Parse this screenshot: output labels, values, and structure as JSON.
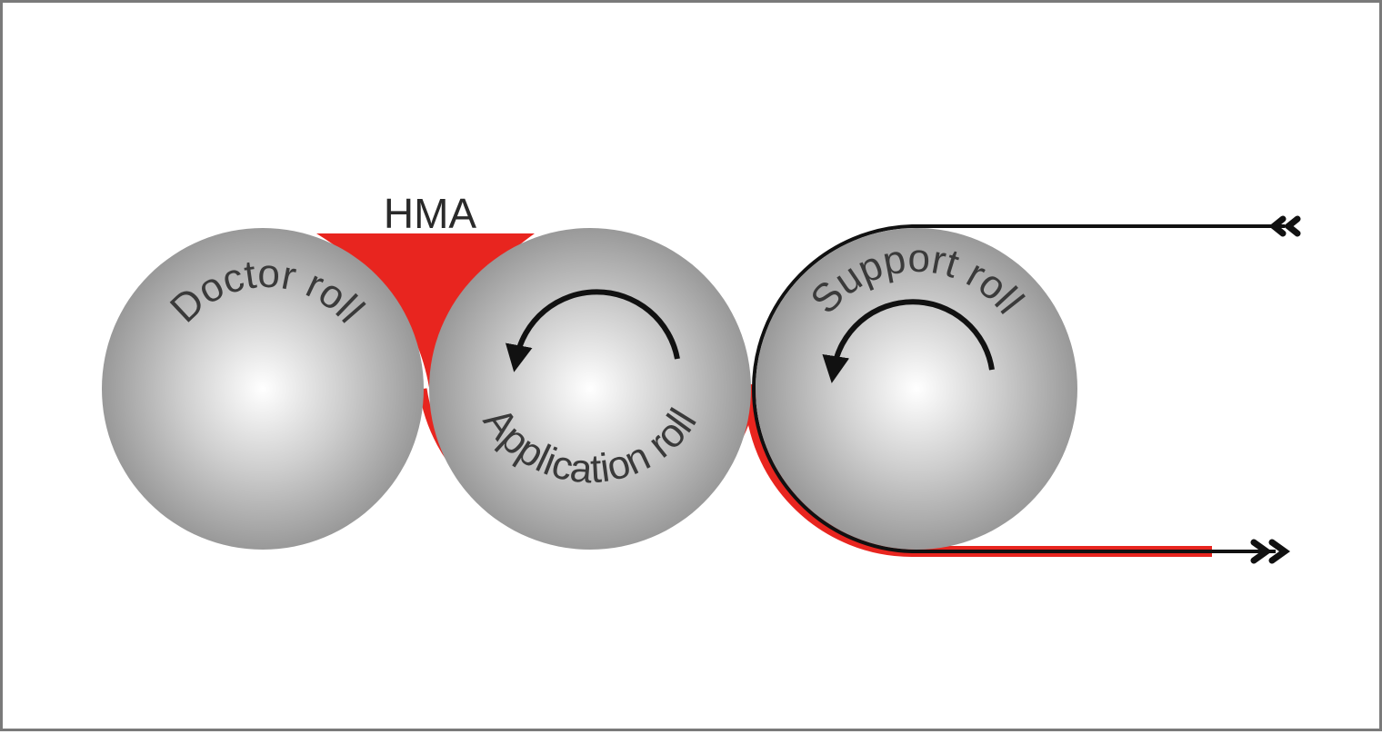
{
  "labels": {
    "hma": "HMA",
    "doctor_roll": "Doctor roll",
    "application_roll": "Application roll",
    "support_roll": "Support roll"
  },
  "colors": {
    "adhesive": "#e8251f",
    "web": "#111111",
    "roll_light": "#f4f4f4",
    "roll_dark": "#8f8f8f",
    "frame": "#7a7a7a"
  },
  "rotation": {
    "application_roll": "counterclockwise",
    "support_roll": "counterclockwise"
  },
  "icons": {
    "web_in": "double-chevron-left-icon",
    "web_out": "double-chevron-right-icon"
  }
}
